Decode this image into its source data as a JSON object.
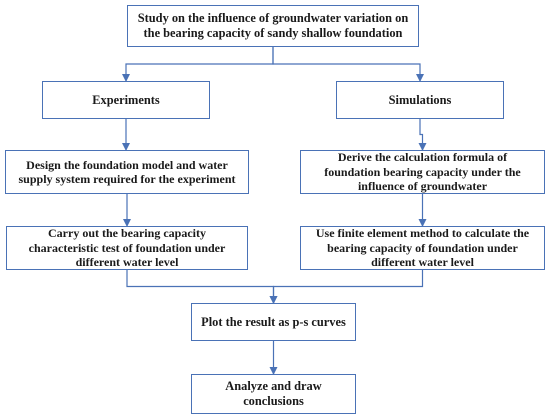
{
  "diagram": {
    "colors": {
      "border": "#4a72b6",
      "arrow": "#4a72b6",
      "text": "#1a1a1a"
    },
    "nodes": {
      "study": {
        "label": "Study on the influence of groundwater variation on\nthe bearing capacity of sandy shallow foundation"
      },
      "experiments": {
        "label": "Experiments"
      },
      "simulations": {
        "label": "Simulations"
      },
      "design": {
        "label": "Design the foundation model and water\nsupply system required for the experiment"
      },
      "derive": {
        "label": "Derive the calculation formula of\nfoundation bearing capacity under the\ninfluence of groundwater"
      },
      "carry_out": {
        "label": "Carry out the bearing capacity\ncharacteristic test of foundation under\ndifferent water level"
      },
      "fem": {
        "label": "Use finite element method  to calculate the\nbearing capacity of foundation under\ndifferent water level"
      },
      "plot": {
        "label": "Plot the result as  p-s curves"
      },
      "analyze": {
        "label": "Analyze and draw\nconclusions"
      }
    },
    "edges": [
      {
        "from": "study",
        "to": "experiments"
      },
      {
        "from": "study",
        "to": "simulations"
      },
      {
        "from": "experiments",
        "to": "design"
      },
      {
        "from": "simulations",
        "to": "derive"
      },
      {
        "from": "design",
        "to": "carry_out"
      },
      {
        "from": "derive",
        "to": "fem"
      },
      {
        "from": "carry_out",
        "to": "plot"
      },
      {
        "from": "fem",
        "to": "plot"
      },
      {
        "from": "plot",
        "to": "analyze"
      }
    ]
  }
}
